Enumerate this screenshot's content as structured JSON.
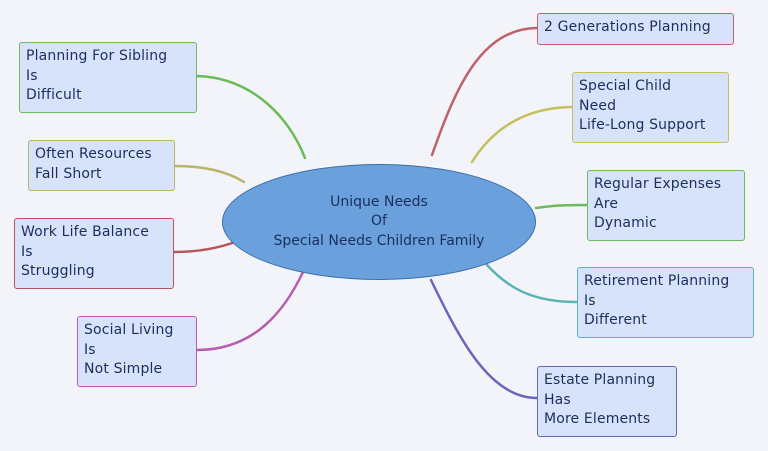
{
  "center": {
    "lines": [
      "Unique Needs",
      "Of",
      "Special Needs Children Family"
    ]
  },
  "branches": [
    {
      "id": "planning-for-sibling",
      "lines": [
        "Planning For Sibling",
        "Is",
        "Difficult"
      ],
      "color": "#6cbb5a"
    },
    {
      "id": "often-resources",
      "lines": [
        "Often Resources",
        "Fall Short"
      ],
      "color": "#b8b46a"
    },
    {
      "id": "work-life-balance",
      "lines": [
        "Work Life Balance",
        "Is",
        "Struggling"
      ],
      "color": "#b9545c"
    },
    {
      "id": "social-living",
      "lines": [
        "Social Living",
        "Is",
        "Not Simple"
      ],
      "color": "#b45fb0"
    },
    {
      "id": "two-generations",
      "lines": [
        "2 Generations Planning"
      ],
      "color": "#c0626a"
    },
    {
      "id": "special-child",
      "lines": [
        "Special Child",
        "Need",
        "Life-Long Support"
      ],
      "color": "#c4c05e"
    },
    {
      "id": "regular-expenses",
      "lines": [
        "Regular Expenses",
        "Are",
        "Dynamic"
      ],
      "color": "#6cbb5a"
    },
    {
      "id": "retirement-planning",
      "lines": [
        "Retirement Planning",
        "Is",
        "Different"
      ],
      "color": "#5cb3b3"
    },
    {
      "id": "estate-planning",
      "lines": [
        "Estate Planning",
        "Has",
        "More Elements"
      ],
      "color": "#6868b8"
    }
  ]
}
